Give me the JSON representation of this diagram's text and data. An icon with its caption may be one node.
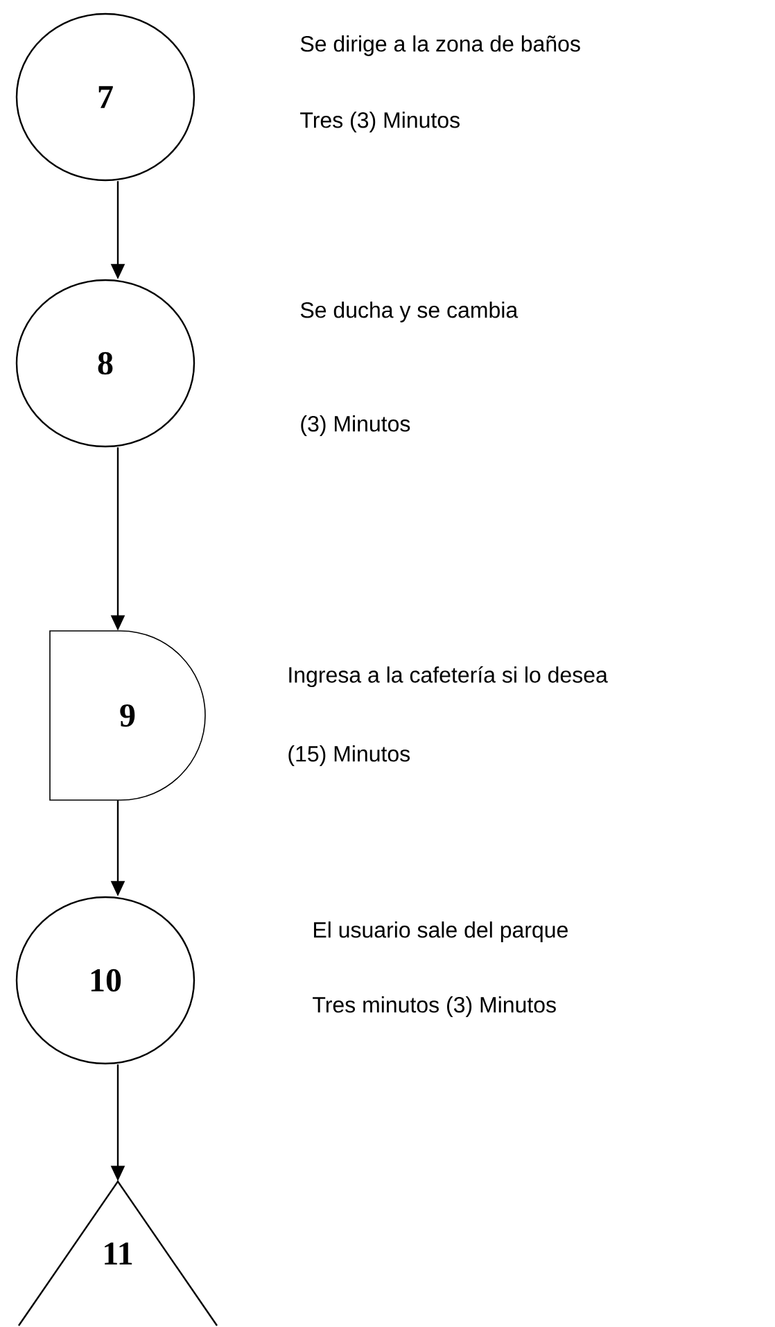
{
  "diagram": {
    "nodes": [
      {
        "text": [
          "7"
        ],
        "beside": [
          "Se dirige a la zona de baños",
          "Tres  (3) Minutos"
        ]
      },
      {
        "text": [
          "8"
        ]
      },
      {
        "text": [
          "9"
        ],
        "beside": [
          "Ingresa a la cafetería si lo desea",
          "(15) Minutos"
        ]
      },
      {
        "text": [
          "10"
        ],
        "beside": [
          "El usuario sale  del parque",
          "Tres minutos (3)  Minutos"
        ]
      },
      {
        "text": [
          "11"
        ]
      }
    ],
    "edges": [
      {
        "from": 0,
        "to": 1,
        "arrow": "to"
      },
      {
        "from": 1,
        "to": 2,
        "arrow": "to"
      },
      {
        "from": 2,
        "to": 3,
        "arrow": "to"
      },
      {
        "from": 3,
        "to": 4,
        "arrow": "to"
      }
    ],
    "labels": [
      "Se ducha y se cambia",
      "(3) Minutos"
    ]
  }
}
